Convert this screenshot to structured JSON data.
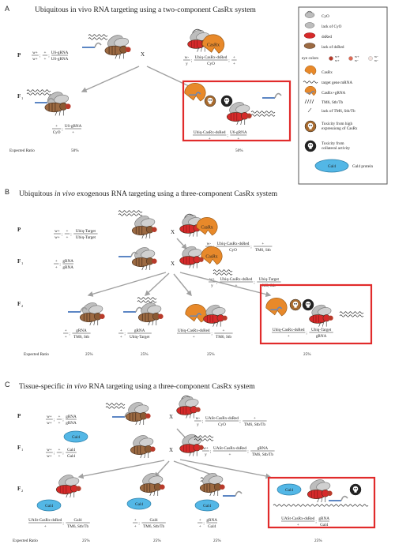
{
  "colors": {
    "orange": "#E8892A",
    "red": "#D62A2A",
    "frame": "#E12B2B",
    "wing": "#BDBDBD",
    "tan": "#9C6A42",
    "blue": "#5C86C4",
    "gal4": "#53B7E6",
    "arrow": "#A0A0A0"
  },
  "panelA": {
    "letter": "A",
    "title": "Ubiquitous in vivo RNA targeting using a two-component CasRx system",
    "gen_p": "P",
    "gen_f1": "F",
    "cross": "X",
    "p_left": {
      "l1_top": "w+",
      "l1_bot": "w+",
      "l2_top": "+",
      "l2_bot": "+",
      "l3_top": "U6-gRNA",
      "l3_bot": "U6-gRNA"
    },
    "p_right": {
      "l1_top": "w-",
      "l1_bot": "y",
      "l2_top": "Ubiq-CasRx-dsRed",
      "l2_bot": "CyO",
      "l3_top": "+",
      "l3_bot": "+"
    },
    "casrx": "CasRx",
    "f1_left": {
      "l1_top": "+",
      "l1_bot": "CyO",
      "l2_top": "U6-gRNA",
      "l2_bot": "+"
    },
    "f1_right": {
      "l1_top": "Ubiq-CasRx-dsRed",
      "l1_bot": "+",
      "l2_top": "U6-gRNA",
      "l2_bot": "+"
    },
    "expected_label": "Expected Ratio",
    "ratio_left": "50%",
    "ratio_right": "50%"
  },
  "legend": {
    "items": [
      "CyO",
      "lack of CyO",
      "dsRed",
      "lack of dsRed",
      "eye colors",
      "CasRx",
      "target gene mRNA",
      "CasRx+gRNA",
      "TM6, Stb/Tb",
      "lack of TM6, Stb/Tb",
      "Toxicity from high expressiong of CasRx",
      "Toxicity from collateral activity",
      "Gal4 protein"
    ],
    "eye_codes": [
      "w+",
      "w+",
      "w+",
      "w-",
      "w-",
      "w-"
    ],
    "gal4": "Gal4"
  },
  "panelB": {
    "letter": "B",
    "title_a": "Ubiquitous ",
    "title_b": "in vivo",
    "title_c": " exogenous RNA targeting using a three-component CasRx system",
    "gen_p": "P",
    "gen_f1": "F",
    "gen_f2": "F",
    "cross": "X",
    "p_left": {
      "l1_top": "w+",
      "l1_bot": "w+",
      "l2_top": "+",
      "l2_bot": "+",
      "l3_top": "Ubiq-Target",
      "l3_bot": "Ubiq-Target"
    },
    "p_right": {
      "l1_top": "w-",
      "l1_bot": "y",
      "l2_top": "Ubiq-CasRx-dsRed",
      "l2_bot": "CyO",
      "l3_top": "+",
      "l3_bot": "TM6, Stb"
    },
    "casrx": "CasRx",
    "f1_left": {
      "l1_top": "+",
      "l1_bot": "+",
      "l2_top": "gRNA",
      "l2_bot": "gRNA"
    },
    "f1_right": {
      "l1_top": "w+",
      "l1_bot": "y",
      "l2_top": "Ubiq-CasRx-dsRed",
      "l2_bot": "+",
      "l3_top": "Ubiq-Target",
      "l3_bot": "M6, Stb"
    },
    "f2": [
      {
        "l1_top": "+",
        "l1_bot": "+",
        "l2_top": "gRNA",
        "l2_bot": "TM6, Stb"
      },
      {
        "l1_top": "+",
        "l1_bot": "+",
        "l2_top": "gRNA",
        "l2_bot": "Ubiq-Target"
      },
      {
        "l1_top": "Ubiq-CasRx-dsRed",
        "l1_bot": "+",
        "l2_top": "+",
        "l2_bot": "TM6, Stb"
      },
      {
        "l1_top": "Ubiq-CasRx-dsRed",
        "l1_bot": "+",
        "l2_top": "Ubiq-Target",
        "l2_bot": "gRNA"
      }
    ],
    "expected_label": "Expected Ratio",
    "ratios": [
      "25%",
      "25%",
      "25%",
      "25%"
    ]
  },
  "panelC": {
    "letter": "C",
    "title_a": "Tissue-specific ",
    "title_b": "in vivo",
    "title_c": " RNA targeting using a three-component CasRx system",
    "gen_p": "P",
    "gen_f1": "F",
    "gen_f2": "F",
    "cross": "X",
    "p_left": {
      "l1_top": "w+",
      "l1_bot": "w+",
      "l2_top": "+",
      "l2_bot": "+",
      "l3_top": "gRNA",
      "l3_bot": "gRNA"
    },
    "p_right": {
      "l1_top": "w-",
      "l1_bot": "y",
      "l2_top": "UASt-CasRx-dsRed",
      "l2_bot": "CyO",
      "l3_top": "+",
      "l3_bot": "TM6, Stb/Tb"
    },
    "gal4": "Gal4",
    "f1_left": {
      "l1_top": "w+",
      "l1_bot": "w+",
      "l2_top": "+",
      "l2_bot": "+",
      "l3_top": "Gal4",
      "l3_bot": "Gal4"
    },
    "f1_right": {
      "l1_top": "w+",
      "l1_bot": "y",
      "l2_top": "UASt-CasRx-dsRed",
      "l2_bot": "+",
      "l3_top": "gRNA",
      "l3_bot": "TM6, Stb/Tb"
    },
    "f2": [
      {
        "l1_top": "UASt-CasRx-dsRed",
        "l1_bot": "+",
        "l2_top": "Gal4",
        "l2_bot": "TM6, Stb/Tb"
      },
      {
        "l1_top": "+",
        "l1_bot": "+",
        "l2_top": "Gal4",
        "l2_bot": "TM6, Stb/Tb"
      },
      {
        "l1_top": "+",
        "l1_bot": "+",
        "l2_top": "gRNA",
        "l2_bot": "Gal4"
      },
      {
        "l1_top": "UASt-CasRx-dsRed",
        "l1_bot": "+",
        "l2_top": "gRNA",
        "l2_bot": "Gal4"
      }
    ],
    "expected_label": "Expected Ratio",
    "ratios": [
      "25%",
      "25%",
      "25%",
      "25%"
    ]
  }
}
